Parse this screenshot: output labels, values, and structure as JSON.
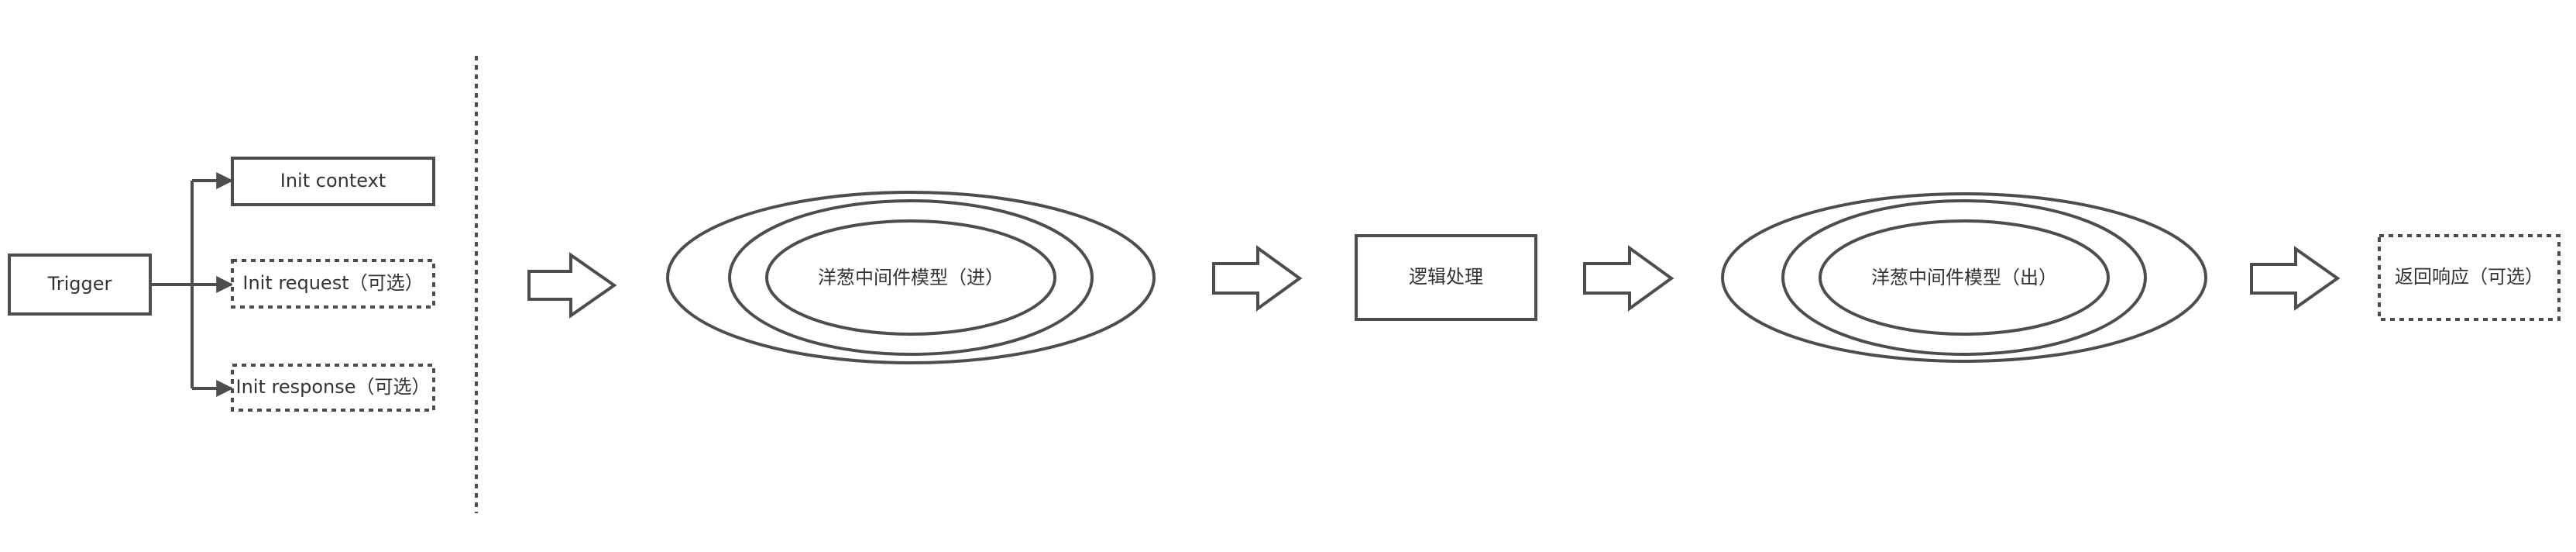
{
  "labels": {
    "trigger": "Trigger",
    "init_context": "Init context",
    "init_request": "Init request（可选）",
    "init_response": "Init response（可选）",
    "onion_in": "洋葱中间件模型（进）",
    "logic": "逻辑处理",
    "onion_out": "洋葱中间件模型（出）",
    "return_response": "返回响应（可选）"
  },
  "colors": {
    "stroke": "#4d4d4d",
    "text": "#333333",
    "background": "#ffffff"
  }
}
